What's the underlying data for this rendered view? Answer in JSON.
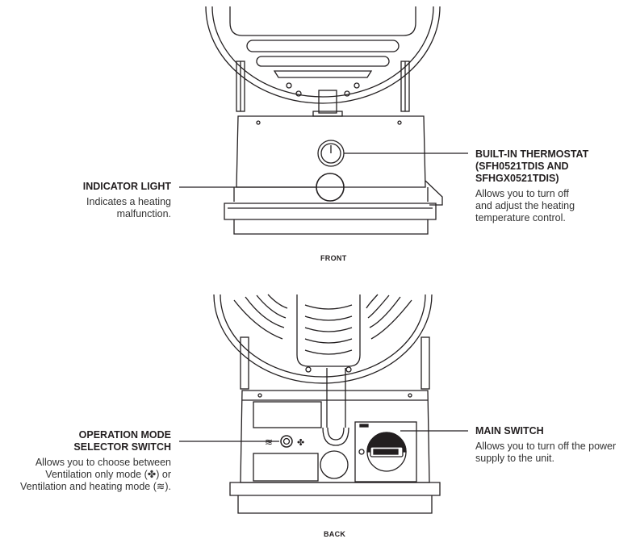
{
  "front": {
    "view_label": "FRONT",
    "indicator_light": {
      "title": "INDICATOR LIGHT",
      "body": "Indicates a heating\nmalfunction."
    },
    "thermostat": {
      "title_line1": "BUILT-IN THERMOSTAT",
      "title_line2": "(SFH0521TDIS AND",
      "title_line3": "SFHGX0521TDIS)",
      "body": "Allows you to turn off\nand adjust the heating\ntemperature control."
    }
  },
  "back": {
    "view_label": "BACK",
    "mode_selector": {
      "title_line1": "OPERATION MODE",
      "title_line2": "SELECTOR SWITCH",
      "body": "Allows you to choose between\nVentilation only mode (✤) or\nVentilation and heating mode (≋)."
    },
    "main_switch": {
      "title": "MAIN SWITCH",
      "body": "Allows you to turn off the power\nsupply to the unit."
    }
  },
  "colors": {
    "line": "#231f20",
    "fill": "#ffffff"
  }
}
